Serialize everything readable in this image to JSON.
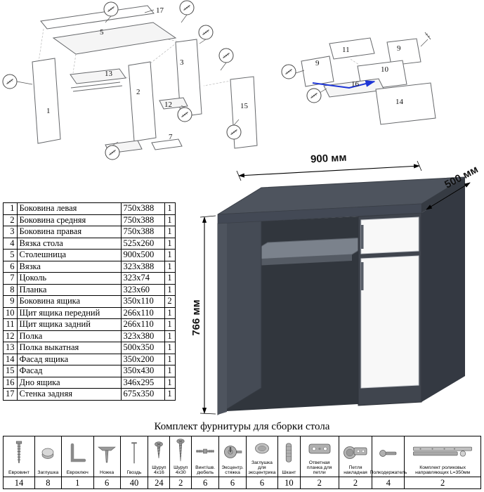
{
  "parts_table": {
    "rows": [
      [
        "1",
        "Боковина левая",
        "750x388",
        "1"
      ],
      [
        "2",
        "Боковина средняя",
        "750x388",
        "1"
      ],
      [
        "3",
        "Боковина правая",
        "750x388",
        "1"
      ],
      [
        "4",
        "Вязка стола",
        "525x260",
        "1"
      ],
      [
        "5",
        "Столешница",
        "900x500",
        "1"
      ],
      [
        "6",
        "Вязка",
        "323x388",
        "1"
      ],
      [
        "7",
        "Цоколь",
        "323x74",
        "1"
      ],
      [
        "8",
        "Планка",
        "323x60",
        "1"
      ],
      [
        "9",
        "Боковина ящика",
        "350x110",
        "2"
      ],
      [
        "10",
        "Щит ящика передний",
        "266x110",
        "1"
      ],
      [
        "11",
        "Щит ящика задний",
        "266x110",
        "1"
      ],
      [
        "12",
        "Полка",
        "323x380",
        "1"
      ],
      [
        "13",
        "Полка выкатная",
        "500x350",
        "1"
      ],
      [
        "14",
        "Фасад ящика",
        "350x200",
        "1"
      ],
      [
        "15",
        "Фасад",
        "350x430",
        "1"
      ],
      [
        "16",
        "Дно ящика",
        "346x295",
        "1"
      ],
      [
        "17",
        "Стенка задняя",
        "675x350",
        "1"
      ]
    ]
  },
  "desk": {
    "width": "900 мм",
    "depth": "500 мм",
    "height": "766 мм"
  },
  "diagram_main": {
    "labels": {
      "n17": "17",
      "n5": "5",
      "n1": "1",
      "n13": "13",
      "n2": "2",
      "n3": "3",
      "n12": "12",
      "n15": "15",
      "n7": "7"
    }
  },
  "diagram_drawer": {
    "labels": {
      "n11": "11",
      "n9a": "9",
      "n9b": "9",
      "n10": "10",
      "n16": "16",
      "n14": "14"
    }
  },
  "hardware": {
    "title": "Комплект фурнитуры для сборки стола",
    "items": [
      {
        "label": "Евровинт",
        "qty": "14",
        "icon": "euro-screw-icon"
      },
      {
        "label": "Заглушка",
        "qty": "8",
        "icon": "cap-icon"
      },
      {
        "label": "Евроключ",
        "qty": "1",
        "icon": "hex-key-icon"
      },
      {
        "label": "Ножка",
        "qty": "6",
        "icon": "foot-icon"
      },
      {
        "label": "Гвоздь",
        "qty": "40",
        "icon": "nail-icon"
      },
      {
        "label": "Шуруп 4x16",
        "qty": "24",
        "icon": "screw-short-icon"
      },
      {
        "label": "Шуруп 4x30",
        "qty": "2",
        "icon": "screw-long-icon"
      },
      {
        "label": "Винт/шв. дюбель",
        "qty": "6",
        "icon": "dowel-screw-icon"
      },
      {
        "label": "Эксцентр. стяжка",
        "qty": "6",
        "icon": "cam-lock-icon"
      },
      {
        "label": "Заглушка для эксцентрика",
        "qty": "6",
        "icon": "cam-cap-icon"
      },
      {
        "label": "Шкант",
        "qty": "10",
        "icon": "dowel-icon"
      },
      {
        "label": "Ответная планка для петли",
        "qty": "2",
        "icon": "hinge-plate-icon"
      },
      {
        "label": "Петля накладная",
        "qty": "2",
        "icon": "hinge-icon"
      },
      {
        "label": "Полкодержатель",
        "qty": "4",
        "icon": "shelf-pin-icon"
      },
      {
        "label": "Комплект роликовых направляющих L=350мм",
        "qty": "2",
        "icon": "drawer-slide-icon"
      }
    ]
  },
  "colors": {
    "desk_body": "#4b515a",
    "front_white": "#f8f8f8",
    "guide_blue": "#1d35d6"
  }
}
